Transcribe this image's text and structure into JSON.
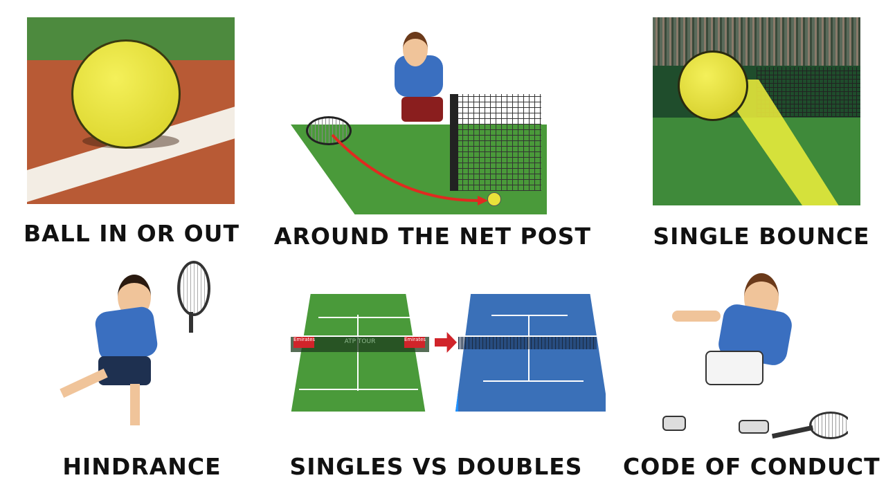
{
  "panels": [
    {
      "id": "ball-in-or-out",
      "label": "BALL IN OR OUT",
      "scene": "tennis ball on clay court line"
    },
    {
      "id": "around-the-net-post",
      "label": "AROUND THE NET POST",
      "scene": "player hitting ball around net post"
    },
    {
      "id": "single-bounce",
      "label": "SINGLE BOUNCE",
      "scene": "ball bouncing with light trail"
    },
    {
      "id": "hindrance",
      "label": "HINDRANCE",
      "scene": "player shouting while running"
    },
    {
      "id": "singles-vs-doubles",
      "label": "SINGLES VS DOUBLES",
      "scene": "grass singles court arrow to blue doubles court",
      "net_brand_left": "Emirates",
      "net_brand_center": "ATP TOUR"
    },
    {
      "id": "code-of-conduct",
      "label": "CODE OF CONDUCT",
      "scene": "angry player throwing racket"
    }
  ],
  "colors": {
    "clay": "#b85a35",
    "ball": "#e8e23a",
    "grass": "#4a9a3a",
    "hardcourt": "#3a70b8",
    "shirt": "#3a6fc0",
    "arrow": "#d0242a"
  }
}
